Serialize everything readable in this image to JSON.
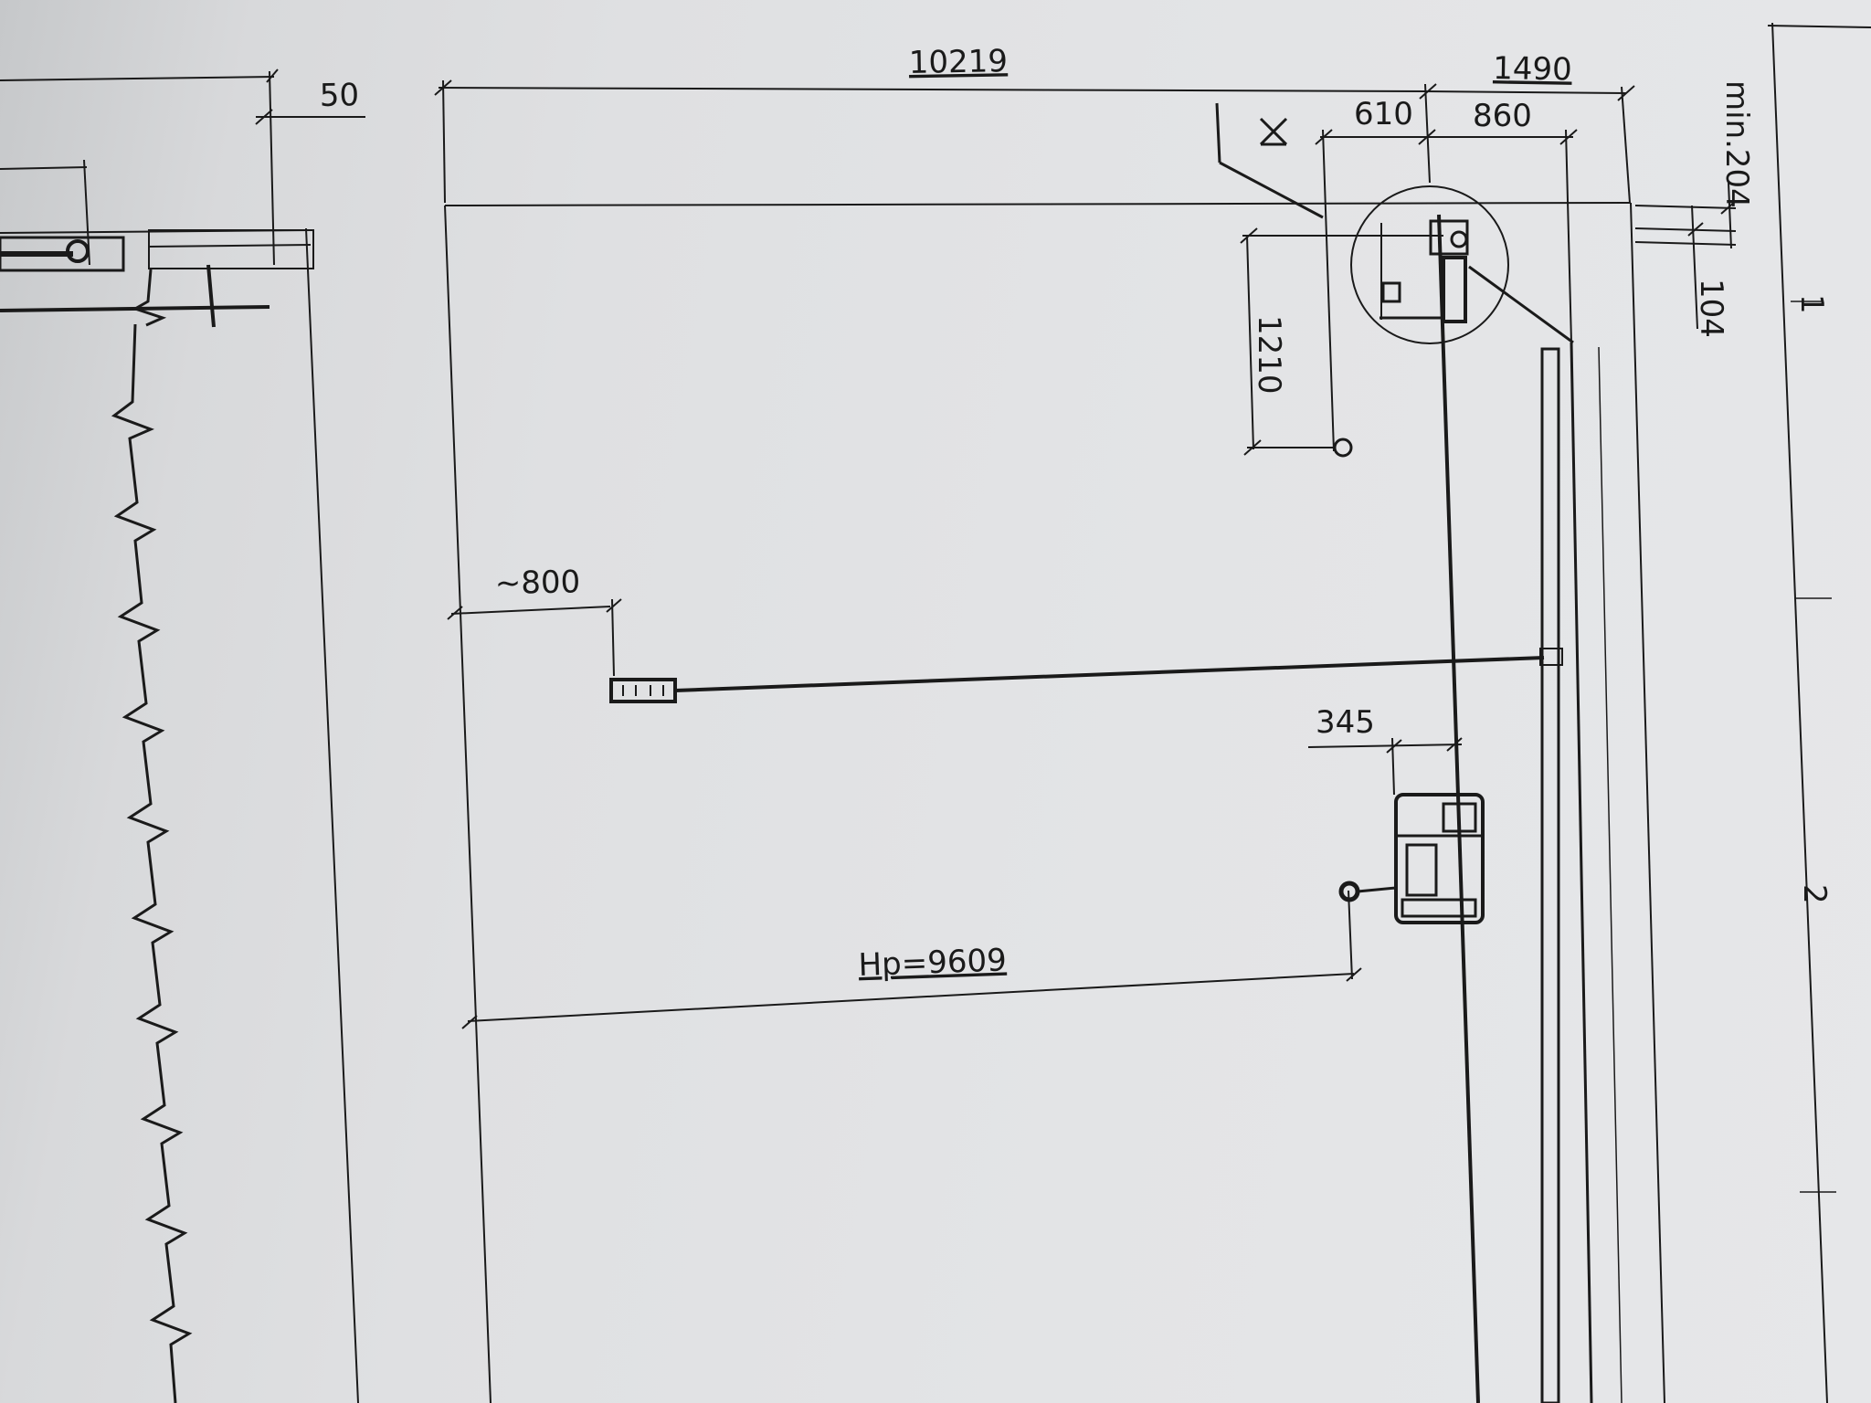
{
  "dimensions": {
    "d50": "50",
    "d10219": "10219",
    "d1490": "1490",
    "d610": "610",
    "d860": "860",
    "dmin204": "min.204",
    "d104": "104",
    "d1210": "1210",
    "d800": "~800",
    "d345": "345",
    "hp": "Hp=9609"
  },
  "section_marks": {
    "mark1": "1",
    "mark2": "2"
  },
  "colors": {
    "paper": "#e3e4e6",
    "ink": "#1a1a1a"
  }
}
